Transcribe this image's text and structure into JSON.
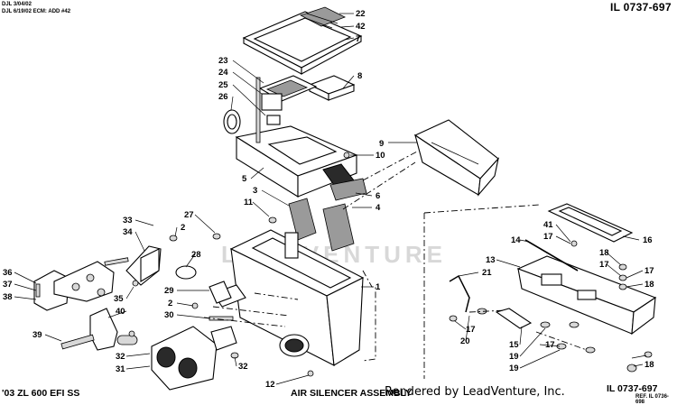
{
  "header": {
    "revision_line_1": "DJL 3/04/02",
    "revision_line_2": "DJL 6/19/02 ECM: ADD #42",
    "illustration_id": "IL 0737-697"
  },
  "footer": {
    "model": "'03 ZL 600 EFI SS",
    "assembly_title": "AIR SILENCER ASSEMBLY",
    "rendered_by": "Rendered by LeadVenture, Inc.",
    "illustration_id": "IL 0737-697",
    "reference": "REF. IL 0736-698"
  },
  "watermark": "LEADVENTURE",
  "callouts": [
    {
      "id": "c22",
      "label": "22"
    },
    {
      "id": "c42",
      "label": "42"
    },
    {
      "id": "c7",
      "label": "7"
    },
    {
      "id": "c23",
      "label": "23"
    },
    {
      "id": "c8",
      "label": "8"
    },
    {
      "id": "c24",
      "label": "24"
    },
    {
      "id": "c25",
      "label": "25"
    },
    {
      "id": "c26",
      "label": "26"
    },
    {
      "id": "c9",
      "label": "9"
    },
    {
      "id": "c10",
      "label": "10"
    },
    {
      "id": "c5",
      "label": "5"
    },
    {
      "id": "c3",
      "label": "3"
    },
    {
      "id": "c6",
      "label": "6"
    },
    {
      "id": "c11",
      "label": "11"
    },
    {
      "id": "c4",
      "label": "4"
    },
    {
      "id": "c27",
      "label": "27"
    },
    {
      "id": "c33",
      "label": "33"
    },
    {
      "id": "c34",
      "label": "34"
    },
    {
      "id": "c2a",
      "label": "2"
    },
    {
      "id": "c28",
      "label": "28"
    },
    {
      "id": "c36",
      "label": "36"
    },
    {
      "id": "c37",
      "label": "37"
    },
    {
      "id": "c38",
      "label": "38"
    },
    {
      "id": "c35",
      "label": "35"
    },
    {
      "id": "c29",
      "label": "29"
    },
    {
      "id": "c1",
      "label": "1"
    },
    {
      "id": "c2b",
      "label": "2"
    },
    {
      "id": "c40",
      "label": "40"
    },
    {
      "id": "c30",
      "label": "30"
    },
    {
      "id": "c39",
      "label": "39"
    },
    {
      "id": "c12",
      "label": "12"
    },
    {
      "id": "c32a",
      "label": "32"
    },
    {
      "id": "c31",
      "label": "31"
    },
    {
      "id": "c32b",
      "label": "32"
    },
    {
      "id": "c16",
      "label": "16"
    },
    {
      "id": "c41",
      "label": "41"
    },
    {
      "id": "c17a",
      "label": "17"
    },
    {
      "id": "c14",
      "label": "14"
    },
    {
      "id": "c13",
      "label": "13"
    },
    {
      "id": "c18a",
      "label": "18"
    },
    {
      "id": "c17b",
      "label": "17"
    },
    {
      "id": "c21",
      "label": "21"
    },
    {
      "id": "c17c",
      "label": "17"
    },
    {
      "id": "c18b",
      "label": "18"
    },
    {
      "id": "c17d",
      "label": "17"
    },
    {
      "id": "c20",
      "label": "20"
    },
    {
      "id": "c15",
      "label": "15"
    },
    {
      "id": "c17e",
      "label": "17"
    },
    {
      "id": "c19a",
      "label": "19"
    },
    {
      "id": "c19b",
      "label": "19"
    },
    {
      "id": "c18c",
      "label": "18"
    }
  ]
}
